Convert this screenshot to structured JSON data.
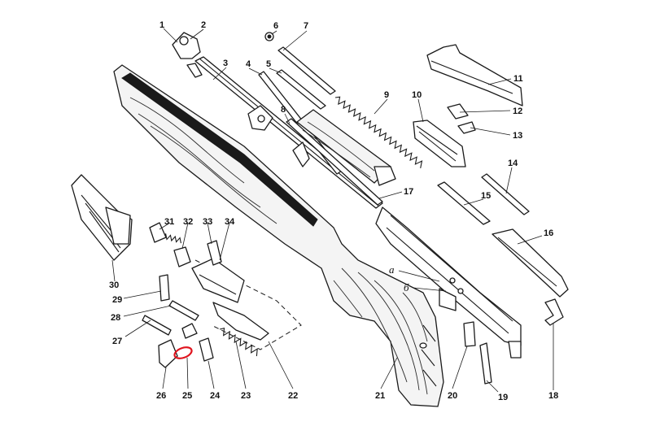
{
  "diagram": {
    "part_labels": [
      "1",
      "2",
      "3",
      "4",
      "5",
      "6",
      "7",
      "8",
      "9",
      "10",
      "11",
      "12",
      "13",
      "14",
      "15",
      "16",
      "17",
      "18",
      "19",
      "20",
      "21",
      "22",
      "23",
      "24",
      "25",
      "26",
      "27",
      "28",
      "29",
      "30",
      "31",
      "32",
      "33",
      "34"
    ],
    "letter_labels": [
      "а",
      "б"
    ]
  },
  "colors": {
    "line": "#1a1a1a",
    "highlight": "#e0141e",
    "background": "#ffffff"
  }
}
